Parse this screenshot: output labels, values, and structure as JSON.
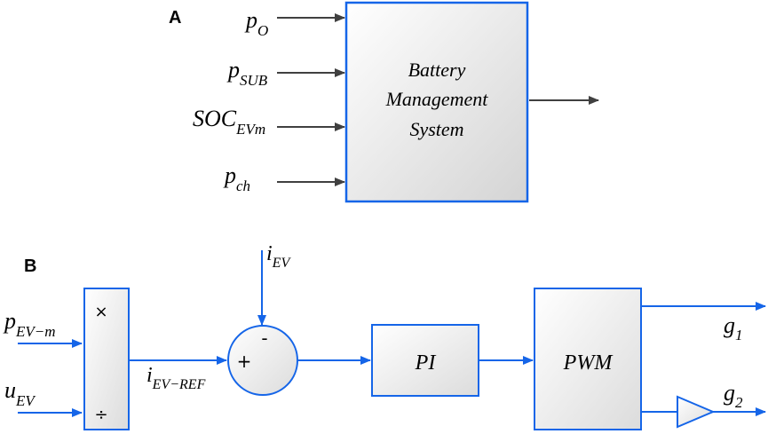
{
  "panel_a": {
    "label": "A",
    "inputs": [
      {
        "main": "p",
        "sub": "O"
      },
      {
        "main": "p",
        "sub": "SUB"
      },
      {
        "main": "SOC",
        "sub": "EVm"
      },
      {
        "main": "p",
        "sub": "ch"
      }
    ],
    "block_lines": [
      "Battery",
      "Management",
      "System"
    ]
  },
  "panel_b": {
    "label": "B",
    "inputs": [
      {
        "main": "p",
        "sub": "EV−m"
      },
      {
        "main": "u",
        "sub": "EV"
      }
    ],
    "multiply_symbol": "×",
    "divide_symbol": "÷",
    "ref_signal": {
      "main": "i",
      "sub": "EV−REF"
    },
    "feedback_signal": {
      "main": "i",
      "sub": "EV"
    },
    "sum_plus": "+",
    "sum_minus": "-",
    "pi_label": "PI",
    "pwm_label": "PWM",
    "outputs": [
      {
        "main": "g",
        "sub": "1"
      },
      {
        "main": "g",
        "sub": "2"
      }
    ]
  },
  "colors": {
    "blue": "#1565E8",
    "dark": "#404040",
    "block_fill_top": "#ffffff",
    "block_fill_bottom": "#d9d9d9"
  }
}
